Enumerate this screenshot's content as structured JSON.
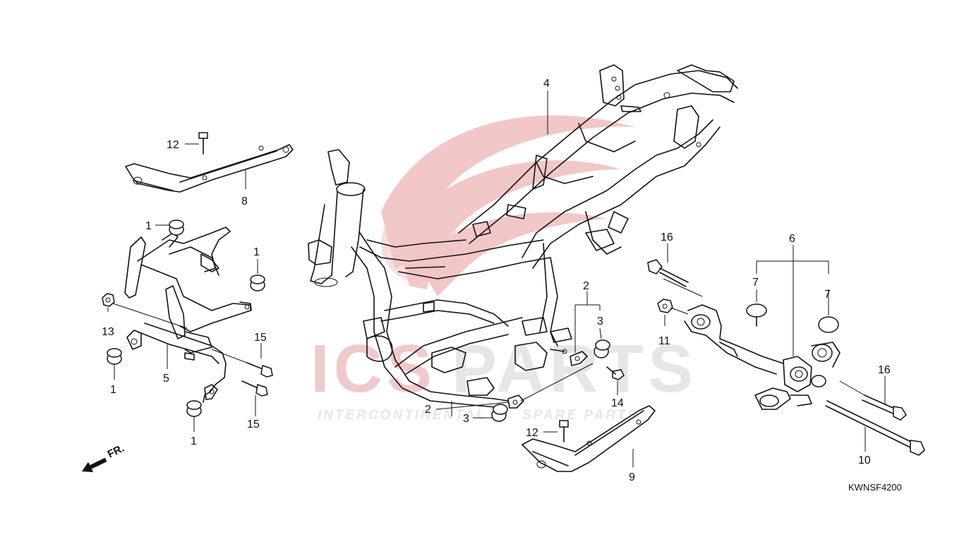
{
  "diagram_code": "KWNSF4200",
  "front_marker": "FR.",
  "watermark": {
    "brand_left": "ICS",
    "brand_right": "PARTS",
    "tagline_a": "INTERCONTINENTAL",
    "tagline_b": "SPARE PARTS",
    "red_color": "#f2c7c7",
    "gray_color": "#e6e6e6"
  },
  "callouts": [
    {
      "id": "c-12a",
      "label": "12"
    },
    {
      "id": "c-8",
      "label": "8"
    },
    {
      "id": "c-1a",
      "label": "1"
    },
    {
      "id": "c-1b",
      "label": "1"
    },
    {
      "id": "c-13",
      "label": "13"
    },
    {
      "id": "c-5",
      "label": "5"
    },
    {
      "id": "c-1c",
      "label": "1"
    },
    {
      "id": "c-15a",
      "label": "15"
    },
    {
      "id": "c-15b",
      "label": "15"
    },
    {
      "id": "c-1d",
      "label": "1"
    },
    {
      "id": "c-4",
      "label": "4"
    },
    {
      "id": "c-2a",
      "label": "2"
    },
    {
      "id": "c-3a",
      "label": "3"
    },
    {
      "id": "c-2b",
      "label": "2"
    },
    {
      "id": "c-3b",
      "label": "3"
    },
    {
      "id": "c-14",
      "label": "14"
    },
    {
      "id": "c-12b",
      "label": "12"
    },
    {
      "id": "c-9",
      "label": "9"
    },
    {
      "id": "c-16a",
      "label": "16"
    },
    {
      "id": "c-6",
      "label": "6"
    },
    {
      "id": "c-7a",
      "label": "7"
    },
    {
      "id": "c-7b",
      "label": "7"
    },
    {
      "id": "c-11",
      "label": "11"
    },
    {
      "id": "c-16b",
      "label": "16"
    },
    {
      "id": "c-10",
      "label": "10"
    }
  ]
}
